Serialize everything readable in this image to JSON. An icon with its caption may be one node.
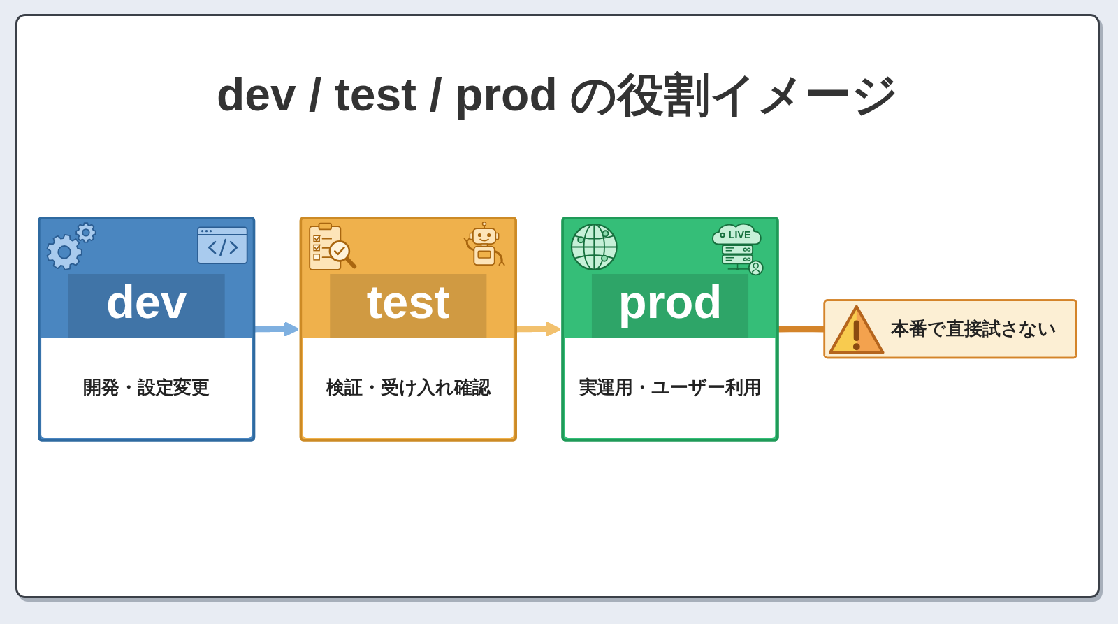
{
  "diagram": {
    "title": "dev / test / prod の役割イメージ",
    "nodes": [
      {
        "text": [
          "dev",
          "開発・設定変更"
        ]
      },
      {
        "text": [
          "test",
          "検証・受け入れ確認"
        ]
      },
      {
        "text": [
          "LIVE",
          "prod",
          "実運用・ユーザー利用"
        ]
      },
      {
        "text": [
          "本番で直接試さない"
        ]
      }
    ],
    "edges": [
      {
        "from": 0,
        "to": 1,
        "arrow": "to",
        "color": "#7fb0e0"
      },
      {
        "from": 1,
        "to": 2,
        "arrow": "to",
        "color": "#f2c16e"
      },
      {
        "from": 2,
        "to": 3,
        "arrow": "none",
        "color": "#d4842a"
      }
    ]
  }
}
